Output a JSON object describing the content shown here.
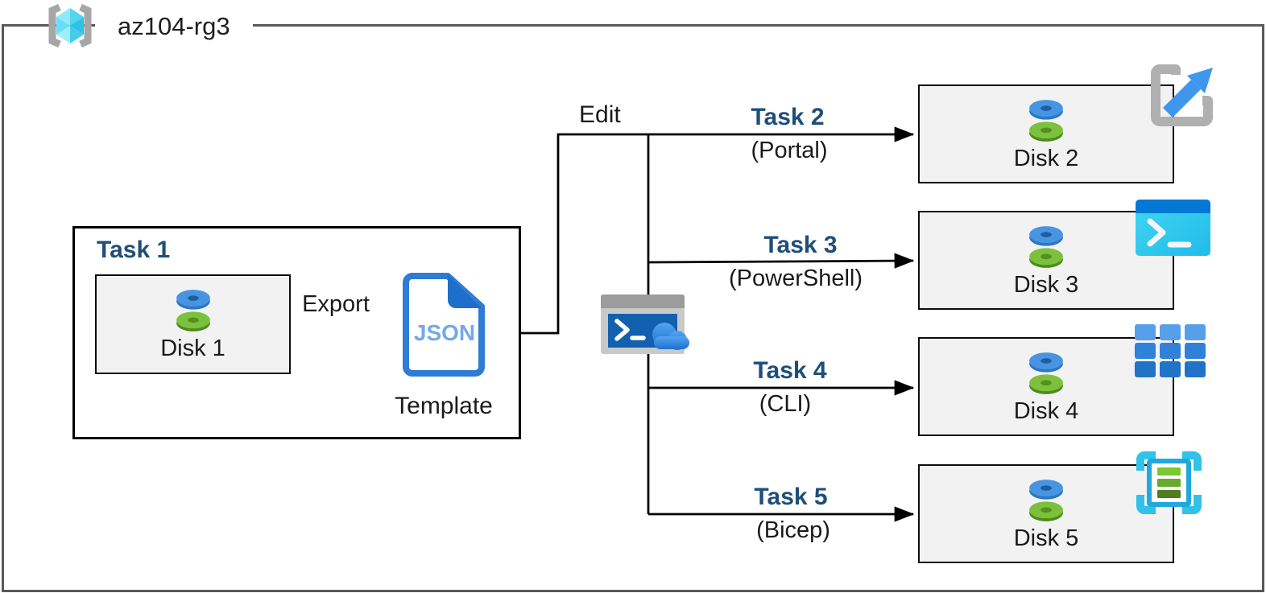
{
  "resource_group": {
    "name": "az104-rg3"
  },
  "task1": {
    "title": "Task 1",
    "disk_label": "Disk 1"
  },
  "export_flow": {
    "label": "Export"
  },
  "template": {
    "badge": "JSON",
    "label": "Template"
  },
  "edit_flow": {
    "label": "Edit"
  },
  "tasks": [
    {
      "title": "Task 2",
      "method": "(Portal)",
      "disk_label": "Disk 2",
      "tool_icon": "portal-icon"
    },
    {
      "title": "Task 3",
      "method": "(PowerShell)",
      "disk_label": "Disk 3",
      "tool_icon": "powershell-icon"
    },
    {
      "title": "Task 4",
      "method": "(CLI)",
      "disk_label": "Disk 4",
      "tool_icon": "cli-icon"
    },
    {
      "title": "Task 5",
      "method": "(Bicep)",
      "disk_label": "Disk 5",
      "tool_icon": "bicep-icon"
    }
  ],
  "colors": {
    "task_title_navy": "#1F4E79",
    "text": "#1a1a1a",
    "disk_box_fill": "#F2F2F2",
    "box_border": "#000000",
    "outer_border": "#595959",
    "json_doc_blue": "#2E7CD4",
    "json_text_blue": "#73A9E9",
    "disk_blue": "#4795E2",
    "disk_green": "#7CC13E",
    "portal_arrow_blue": "#3E97EC",
    "powershell_titlebar_blue": "#0378D4",
    "powershell_body_cyan": "#35CFF0",
    "cli_grid_blue": "#2F82D8",
    "bicep_bracket_cyan": "#31C2E9",
    "bicep_bar_green": "#68A82B",
    "cloud_shell_blue": "#1260AE",
    "cloud_blue": "#2E7FDB",
    "rg_cube_cyan": "#55D4EF",
    "bracket_gray": "#A6A6A6"
  }
}
